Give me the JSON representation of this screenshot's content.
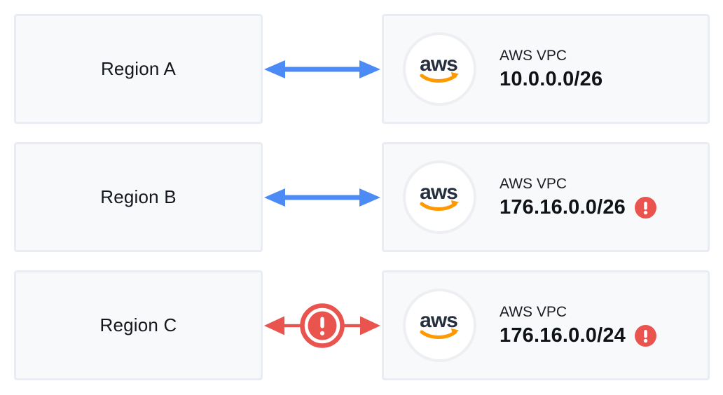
{
  "diagram": {
    "title_hidden": "",
    "aws_logo_text": "aws"
  },
  "regions": [
    {
      "name": "Region A",
      "link": {
        "status": "ok",
        "style": "double-arrow"
      },
      "vpc": {
        "label": "AWS VPC",
        "cidr": "10.0.0.0/26",
        "warning": false
      }
    },
    {
      "name": "Region B",
      "link": {
        "status": "ok",
        "style": "double-arrow"
      },
      "vpc": {
        "label": "AWS VPC",
        "cidr": "176.16.0.0/26",
        "warning": true
      }
    },
    {
      "name": "Region C",
      "link": {
        "status": "error",
        "style": "double-arrow-with-warning"
      },
      "vpc": {
        "label": "AWS VPC",
        "cidr": "176.16.0.0/24",
        "warning": true
      }
    }
  ],
  "icons": {
    "aws_logo": "aws-logo-icon",
    "link_ok": "double-arrow-icon",
    "link_error": "double-arrow-error-icon",
    "warning": "exclamation-circle-icon"
  },
  "colors": {
    "link_ok": "#4C8BF5",
    "link_error": "#E9544F",
    "warning_badge": "#E9544F",
    "box_background": "#F8F9FB",
    "box_border": "#E9ECF2",
    "aws_navy": "#252F3E",
    "aws_orange": "#FF9900",
    "text_primary": "#14181D"
  }
}
